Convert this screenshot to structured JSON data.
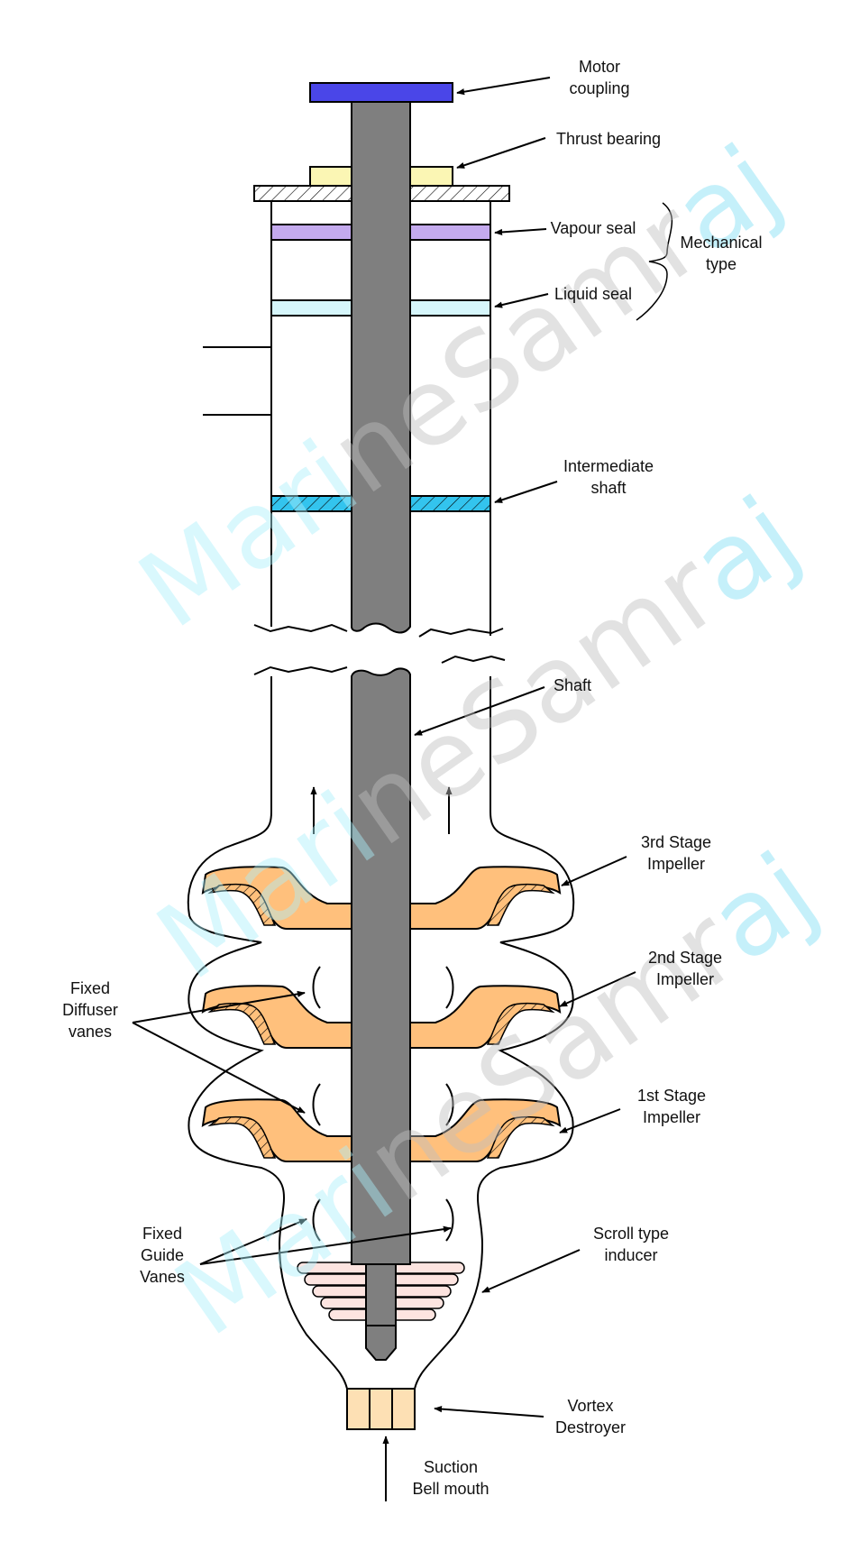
{
  "watermark": "MarineSamraj",
  "colors": {
    "motor_coupling": "#4a46e8",
    "thrust_bearing": "#fbf6b4",
    "vapour_seal": "#c4aaee",
    "liquid_seal": "#d6f6fb",
    "intermediate_shaft": "#33c4ee",
    "shaft": "#7f7f7f",
    "impeller": "#ffc07c",
    "inducer": "#fde4e0",
    "vortex_destroyer": "#fde0b4"
  },
  "labels": {
    "motor_coupling": [
      "Motor",
      "coupling"
    ],
    "thrust_bearing": [
      "Thrust bearing"
    ],
    "vapour_seal": [
      "Vapour seal"
    ],
    "liquid_seal": [
      "Liquid seal"
    ],
    "mechanical_type": [
      "Mechanical",
      "type"
    ],
    "intermediate_shaft": [
      "Intermediate",
      "shaft"
    ],
    "shaft": [
      "Shaft"
    ],
    "impeller_3": [
      "3rd Stage",
      "Impeller"
    ],
    "impeller_2": [
      "2nd Stage",
      "Impeller"
    ],
    "impeller_1": [
      "1st Stage",
      "Impeller"
    ],
    "diffuser_vanes": [
      "Fixed",
      "Diffuser",
      "vanes"
    ],
    "guide_vanes": [
      "Fixed",
      "Guide",
      "Vanes"
    ],
    "inducer": [
      "Scroll type",
      "inducer"
    ],
    "vortex_destroyer": [
      "Vortex",
      "Destroyer"
    ],
    "suction": [
      "Suction",
      "Bell mouth"
    ]
  }
}
